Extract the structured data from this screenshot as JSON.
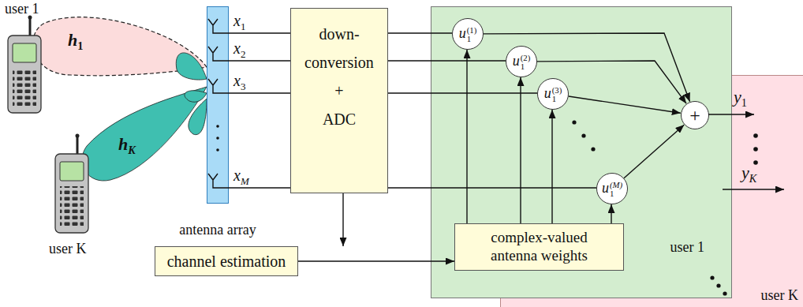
{
  "diagram": {
    "nodes": [
      {
        "text": [
          "antenna array"
        ]
      },
      {
        "text": [
          "down- conversion + ADC"
        ]
      },
      {
        "text": [
          "channel estimation"
        ]
      },
      {
        "text": [
          "user 1"
        ]
      },
      {
        "text": [
          "u1(1)"
        ],
        "in": 3
      },
      {
        "text": [
          "u1(2)"
        ],
        "in": 3
      },
      {
        "text": [
          "u1(3)"
        ],
        "in": 3
      },
      {
        "text": [
          "u1(M)"
        ],
        "in": 3
      },
      {
        "text": [
          "+"
        ],
        "in": 3
      },
      {
        "text": [
          "complex-valued antenna weights"
        ],
        "in": 3
      },
      {
        "text": [
          "user K"
        ]
      }
    ],
    "edges": [
      {
        "from": 0,
        "to": 1,
        "arrow": "none",
        "label": "x1"
      },
      {
        "from": 0,
        "to": 1,
        "arrow": "none",
        "label": "x2"
      },
      {
        "from": 0,
        "to": 1,
        "arrow": "none",
        "label": "x3"
      },
      {
        "from": 0,
        "to": 1,
        "arrow": "none",
        "label": "xM"
      },
      {
        "from": 1,
        "to": 2,
        "arrow": "to"
      },
      {
        "from": 2,
        "to": 9,
        "arrow": "to"
      },
      {
        "from": 1,
        "to": 4,
        "arrow": "none"
      },
      {
        "from": 1,
        "to": 5,
        "arrow": "none"
      },
      {
        "from": 1,
        "to": 6,
        "arrow": "none"
      },
      {
        "from": 1,
        "to": 7,
        "arrow": "none"
      },
      {
        "from": 9,
        "to": 4,
        "arrow": "to"
      },
      {
        "from": 9,
        "to": 5,
        "arrow": "to"
      },
      {
        "from": 9,
        "to": 6,
        "arrow": "to"
      },
      {
        "from": 9,
        "to": 7,
        "arrow": "to"
      },
      {
        "from": 4,
        "to": 8,
        "arrow": "to"
      },
      {
        "from": 5,
        "to": 8,
        "arrow": "to"
      },
      {
        "from": 6,
        "to": 8,
        "arrow": "to"
      },
      {
        "from": 7,
        "to": 8,
        "arrow": "to"
      }
    ],
    "labels": [
      "user 1",
      "user K",
      "h1",
      "hK",
      "y1",
      "yK"
    ]
  }
}
